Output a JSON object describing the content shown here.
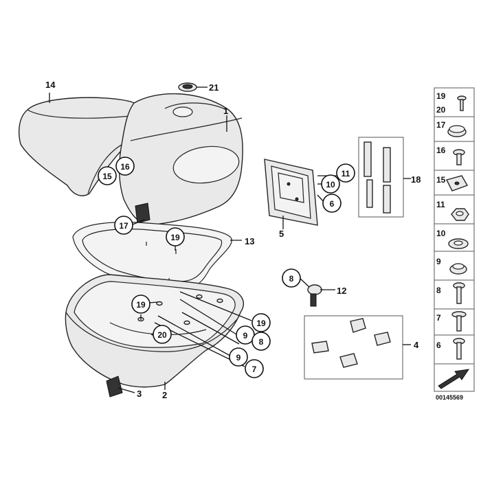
{
  "diagram": {
    "doc_number": "00145569",
    "callouts": {
      "c1": "1",
      "c2": "2",
      "c3": "3",
      "c4": "4",
      "c5": "5",
      "c6": "6",
      "c7": "7",
      "c8": "8",
      "c9": "9",
      "c10": "10",
      "c11": "11",
      "c12": "12",
      "c13": "13",
      "c14": "14",
      "c15": "15",
      "c16": "16",
      "c17": "17",
      "c18": "18",
      "c19": "19",
      "c20": "20",
      "c21": "21"
    },
    "legend": [
      {
        "label": "19",
        "label2": "20",
        "icon": "screw-icon"
      },
      {
        "label": "17",
        "icon": "cap-icon"
      },
      {
        "label": "16",
        "icon": "button-screw-icon"
      },
      {
        "label": "15",
        "icon": "clip-nut-icon"
      },
      {
        "label": "11",
        "icon": "hex-nut-icon"
      },
      {
        "label": "10",
        "icon": "washer-icon"
      },
      {
        "label": "9",
        "icon": "grommet-icon"
      },
      {
        "label": "8",
        "icon": "bolt-icon"
      },
      {
        "label": "7",
        "icon": "washer-screw-icon"
      },
      {
        "label": "6",
        "icon": "collar-screw-icon"
      }
    ]
  }
}
